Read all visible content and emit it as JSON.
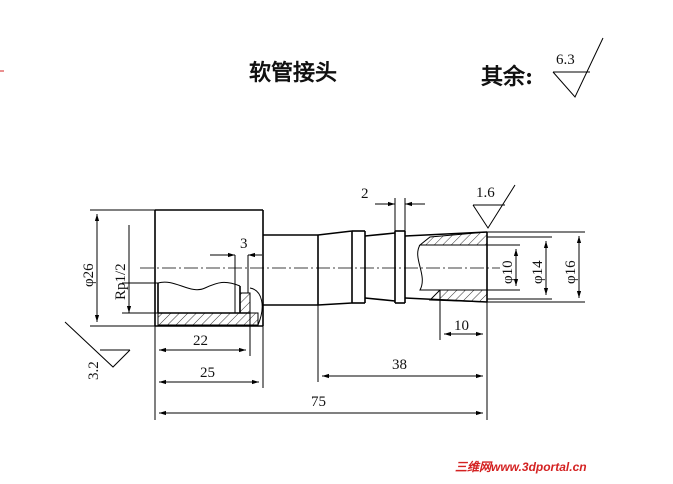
{
  "title": "软管接头",
  "other_label": "其余:",
  "roughness": {
    "other": "6.3",
    "left_face": "3.2",
    "bore": "1.6"
  },
  "dimensions": {
    "d26": "φ26",
    "thread": "Rp1/2",
    "d10": "φ10",
    "d14": "φ14",
    "d16": "φ16",
    "groove_width": "2",
    "recess_depth": "3",
    "bore_depth": "22",
    "head_length": "25",
    "bore_length": "10",
    "stem_length": "38",
    "total_length": "75"
  },
  "watermark": "三维网www.3dportal.cn"
}
